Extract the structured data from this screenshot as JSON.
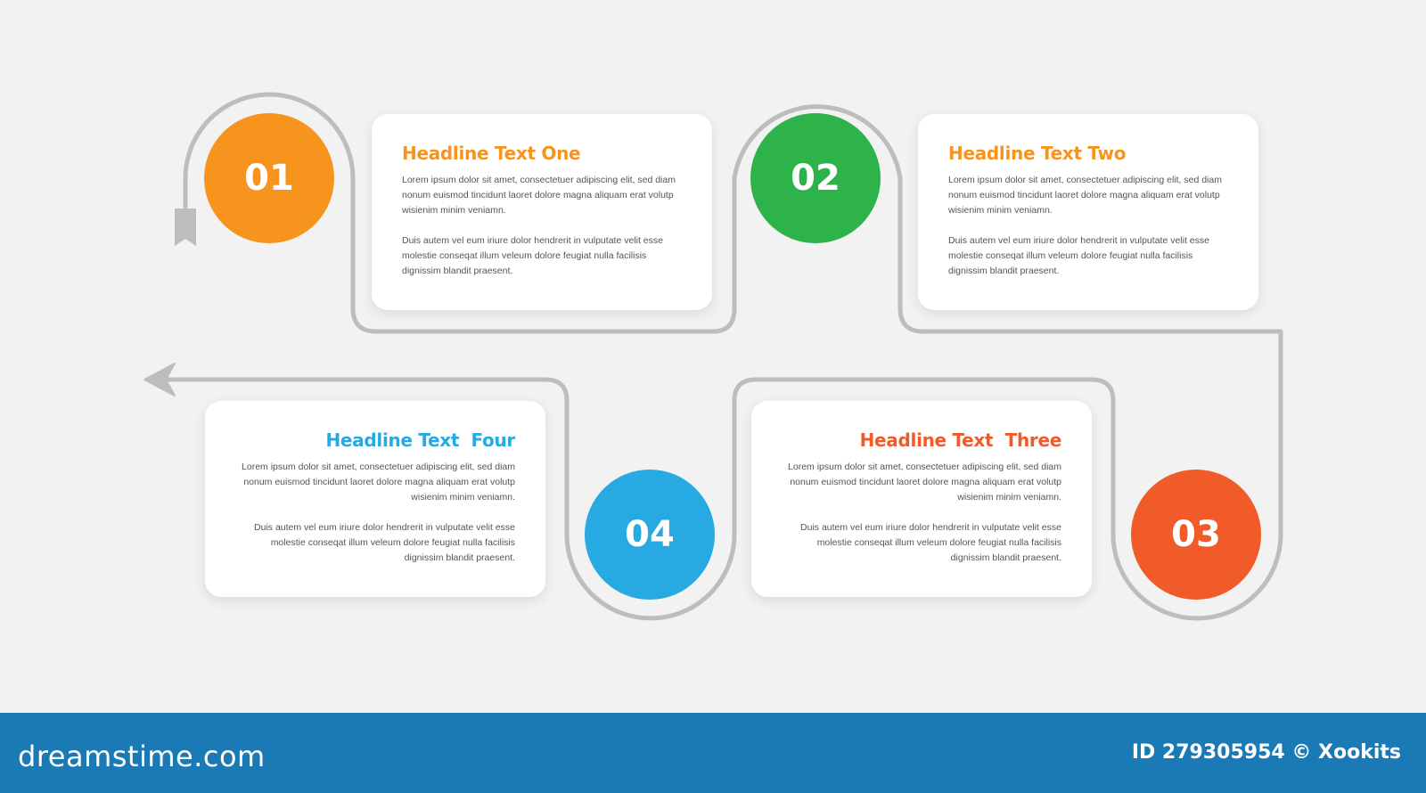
{
  "steps": [
    {
      "number": "01",
      "headline": "Headline Text One",
      "color": "#f7941d",
      "para1": "Lorem ipsum dolor sit amet, consectetuer adipiscing elit, sed diam nonum euismod tincidunt laoret dolore magna aliquam erat volutp wisienim minim veniamn.",
      "para2": "Duis autem vel eum iriure dolor hendrerit in vulputate velit esse molestie conseqat illum veleum dolore feugiat nulla facilisis dignissim blandit praesent."
    },
    {
      "number": "02",
      "headline": "Headline Text Two",
      "color": "#2db34a",
      "headline_color": "#f7941d",
      "para1": "Lorem ipsum dolor sit amet, consectetuer adipiscing elit, sed diam nonum euismod tincidunt laoret dolore magna aliquam erat volutp wisienim minim veniamn.",
      "para2": "Duis autem vel eum iriure dolor hendrerit in vulputate velit esse molestie conseqat illum veleum dolore feugiat nulla facilisis dignissim blandit praesent."
    },
    {
      "number": "03",
      "headline": "Headline Text  Three",
      "color": "#f15a29",
      "para1": "Lorem ipsum dolor sit amet, consectetuer adipiscing elit, sed diam nonum euismod tincidunt laoret dolore magna aliquam erat volutp wisienim minim veniamn.",
      "para2": "Duis autem vel eum iriure dolor hendrerit in vulputate velit esse molestie conseqat illum veleum dolore feugiat nulla facilisis dignissim blandit praesent."
    },
    {
      "number": "04",
      "headline": "Headline Text  Four",
      "color": "#27aae1",
      "para1": "Lorem ipsum dolor sit amet, consectetuer adipiscing elit, sed diam nonum euismod tincidunt laoret dolore magna aliquam erat volutp wisienim minim veniamn.",
      "para2": "Duis autem vel eum iriure dolor hendrerit in vulputate velit esse molestie conseqat illum veleum dolore feugiat nulla facilisis dignissim blandit praesent."
    }
  ],
  "connector_color": "#bdbdbd",
  "footer": {
    "brand": "dreamstime.com",
    "credit": "ID 279305954 © Xookits",
    "background": "#1a7ab6"
  }
}
